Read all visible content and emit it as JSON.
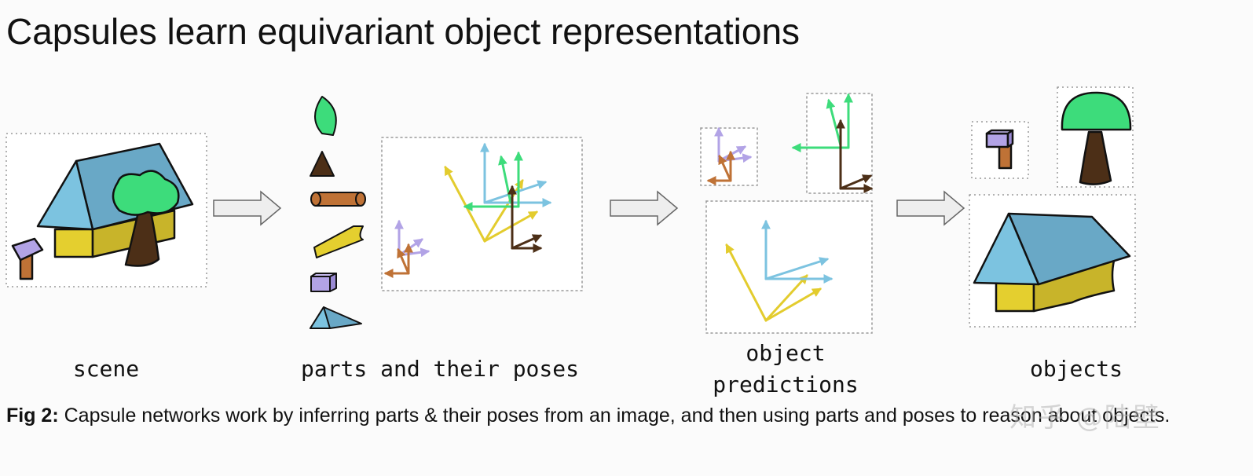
{
  "title": "Capsules learn equivariant object representations",
  "labels": {
    "scene": "scene",
    "parts": "parts and their poses",
    "object_predictions_line1": "object",
    "object_predictions_line2": "predictions",
    "objects": "objects"
  },
  "caption": {
    "prefix": "Fig 2:",
    "text": " Capsule networks work by inferring parts & their poses from an image, and then using parts and poses to reason about objects."
  },
  "watermark": "知乎 @陆壁",
  "colors": {
    "roof_light": "#7cc3e0",
    "roof_dark": "#69a8c6",
    "wall_yellow": "#e4cf2f",
    "wall_dark": "#c8b42a",
    "tree_green": "#3ddc7b",
    "trunk": "#4c2f17",
    "hammer_purple": "#b2a3e6",
    "hammer_handle": "#bf7236",
    "arrow_blue": "#7cc3e0",
    "arrow_yellow": "#e3cc2e",
    "arrow_green": "#3ddc7b",
    "arrow_brown": "#4c2f17",
    "arrow_purple": "#b2a3e6",
    "arrow_orange": "#bf7236"
  }
}
